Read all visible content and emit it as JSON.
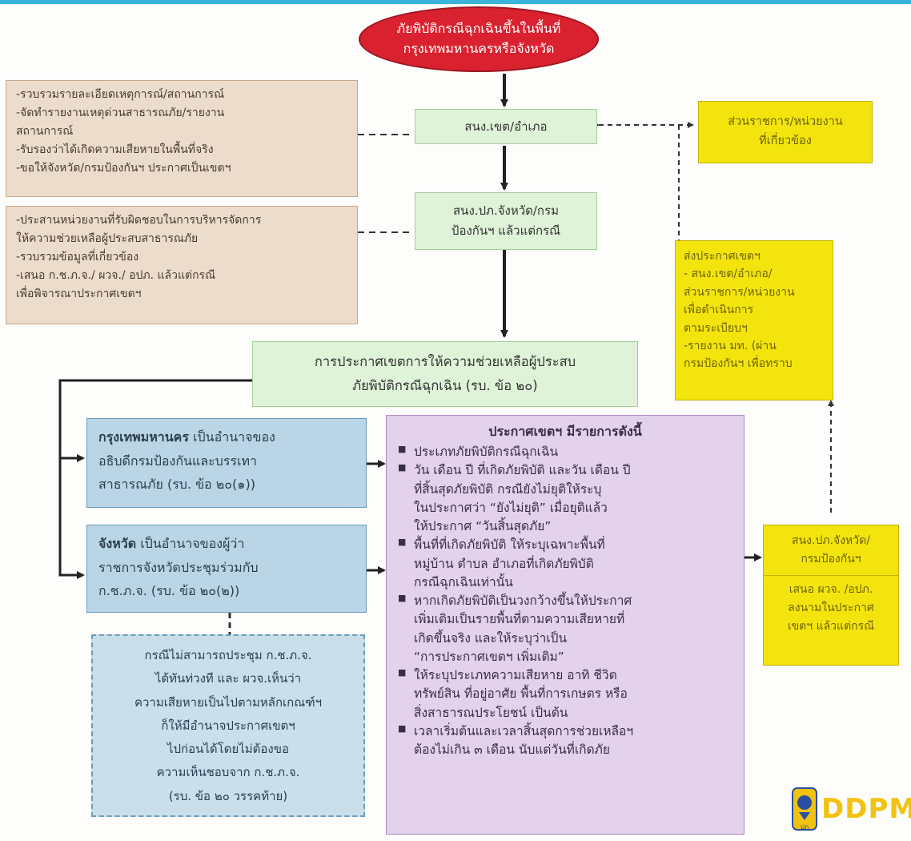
{
  "start": {
    "lines": [
      "ภัยพิบัติกรณีฉุกเฉินขึ้นในพื้นที่",
      "กรุงเทพมหานครหรือจังหวัด"
    ]
  },
  "district": {
    "label": "สนง.เขต/อำเภอ"
  },
  "provincial": {
    "lines": [
      "สนง.ปภ.จังหวัด/กรม",
      "ป้องกันฯ แล้วแต่กรณี"
    ]
  },
  "district_tasks": {
    "lines": [
      "-รวบรวมรายละเอียดเหตุการณ์/สถานการณ์",
      "-จัดทำรายงานเหตุด่วนสาธารณภัย/รายงาน",
      "สถานการณ์",
      "-รับรองว่าได้เกิดความเสียหายในพื้นที่จริง",
      "-ขอให้จังหวัด/กรมป้องกันฯ ประกาศเป็นเขตฯ"
    ]
  },
  "provincial_tasks": {
    "lines": [
      "-ประสานหน่วยงานที่รับผิดชอบในการบริหารจัดการ",
      "ให้ความช่วยเหลือผู้ประสบสาธารณภัย",
      "-รวบรวมข้อมูลที่เกี่ยวข้อง",
      "-เสนอ ก.ช.ภ.จ./ ผวจ./ อปภ. แล้วแต่กรณี",
      "เพื่อพิจารณาประกาศเขตฯ"
    ]
  },
  "agencies": {
    "lines": [
      "ส่วนราชการ/หน่วยงาน",
      "ที่เกี่ยวข้อง"
    ]
  },
  "send_announcement": {
    "lines": [
      "ส่งประกาศเขตฯ",
      "- สนง.เขต/อำเภอ/",
      "ส่วนราชการ/หน่วยงาน",
      "เพื่อดำเนินการ",
      "ตามระเบียบฯ",
      "-รายงาน มท. (ผ่าน",
      "กรมป้องกันฯ เพื่อทราบ"
    ]
  },
  "declaration": {
    "lines": [
      "การประกาศเขตการให้ความช่วยเหลือผู้ประสบ",
      "ภัยพิบัติกรณีฉุกเฉิน (รบ. ข้อ ๒๐)"
    ]
  },
  "bangkok": {
    "bold": "กรุงเทพมหานคร",
    "rest": " เป็นอำนาจของ",
    "lines": [
      "อธิบดีกรมป้องกันและบรรเทา",
      "สาธารณภัย (รบ. ข้อ ๒๐(๑))"
    ]
  },
  "province": {
    "bold": "จังหวัด",
    "rest": " เป็นอำนาจของผู้ว่า",
    "lines": [
      "ราชการจังหวัดประชุมร่วมกับ",
      "ก.ช.ภ.จ. (รบ. ข้อ ๒๐(๒))"
    ]
  },
  "exception": {
    "lines": [
      "กรณีไม่สามารถประชุม ก.ช.ภ.จ.",
      "ได้ทันท่วงที และ ผวจ.เห็นว่า",
      "ความเสียหายเป็นไปตามหลักเกณฑ์ฯ",
      "ก็ให้มีอำนาจประกาศเขตฯ",
      "ไปก่อนได้โดยไม่ต้องขอ",
      "ความเห็นชอบจาก ก.ช.ภ.จ.",
      "(รบ. ข้อ ๒๐ วรรคท้าย)"
    ]
  },
  "announcement_items": {
    "title": "ประกาศเขตฯ มีรายการดังนี้",
    "items": [
      {
        "lines": [
          "ประเภทภัยพิบัติกรณีฉุกเฉิน"
        ]
      },
      {
        "lines": [
          "วัน เดือน ปี ที่เกิดภัยพิบัติ และวัน เดือน ปี",
          "ที่สิ้นสุดภัยพิบัติ กรณียังไม่ยุติให้ระบุ",
          "ในประกาศว่า “ยังไม่ยุติ” เมื่อยุติแล้ว",
          "ให้ประกาศ “วันสิ้นสุดภัย”"
        ]
      },
      {
        "lines": [
          "พื้นที่ที่เกิดภัยพิบัติ ให้ระบุเฉพาะพื้นที่",
          "หมู่บ้าน ตำบล อำเภอที่เกิดภัยพิบัติ",
          "กรณีฉุกเฉินเท่านั้น"
        ]
      },
      {
        "lines": [
          "หากเกิดภัยพิบัติเป็นวงกว้างขึ้นให้ประกาศ",
          "เพิ่มเติมเป็นรายพื้นที่ตามความเสียหายที่",
          "เกิดขึ้นจริง และให้ระบุว่าเป็น",
          "“การประกาศเขตฯ เพิ่มเติม”"
        ]
      },
      {
        "lines": [
          "ให้ระบุประเภทความเสียหาย อาทิ ชีวิต",
          "ทรัพย์สิน ที่อยู่อาศัย พื้นที่การเกษตร หรือ",
          "สิ่งสาธารณประโยชน์ เป็นต้น"
        ]
      },
      {
        "lines": [
          "เวลาเริ่มต้นและเวลาสิ้นสุดการช่วยเหลือฯ",
          "ต้องไม่เกิน ๓ เดือน นับแต่วันที่เกิดภัย"
        ]
      }
    ]
  },
  "ddpm_office": {
    "lines": [
      "สนง.ปภ.จังหวัด/",
      "กรมป้องกันฯ"
    ],
    "detail": [
      "เสนอ ผวจ. /อปภ.",
      "ลงนามในประกาศ",
      "เขตฯ แล้วแต่กรณี"
    ]
  },
  "logo": {
    "text": "DDPM",
    "seal_text": "ปภ"
  },
  "colors": {
    "ellipse": "#d9212f",
    "tan": "#ecdccb",
    "green": "#dff3d8",
    "yellow": "#f3e40e",
    "blue": "#b9d5e6",
    "lavender": "#e4d1ec",
    "logo": "#f3c10f"
  }
}
